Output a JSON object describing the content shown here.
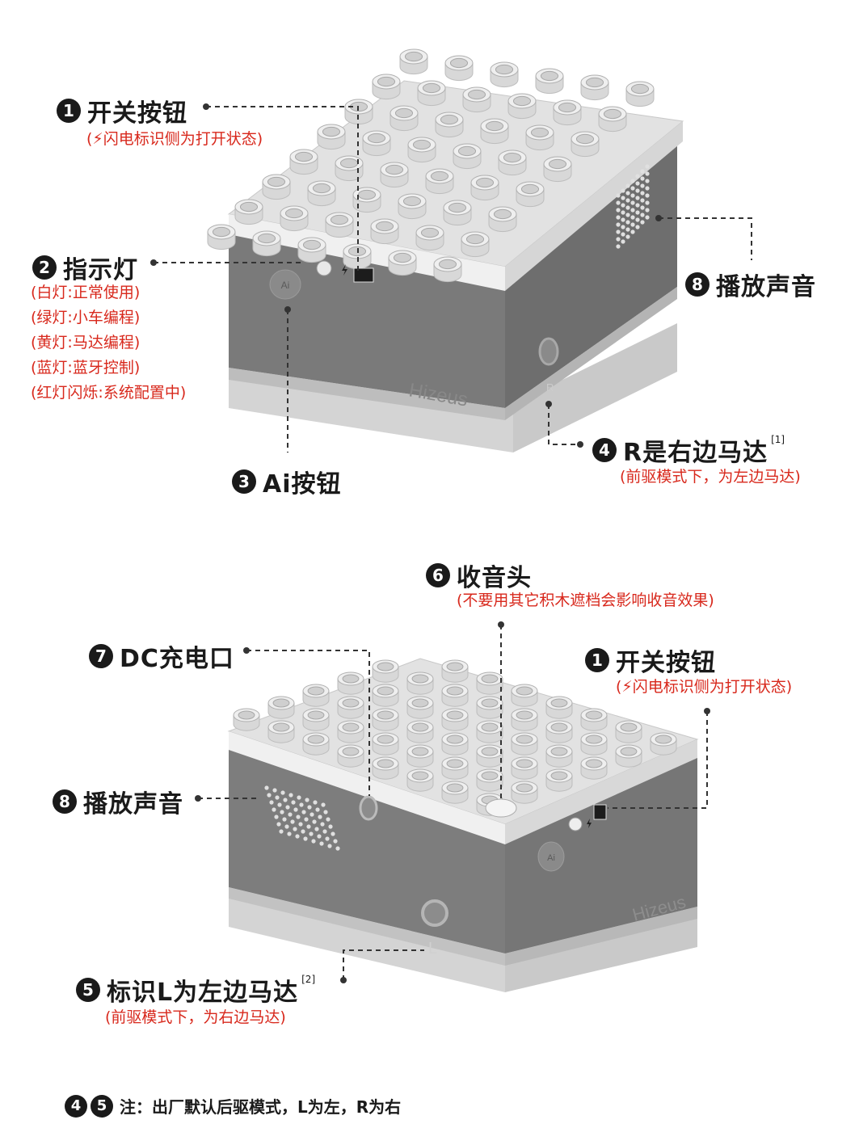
{
  "top": {
    "switch": {
      "num": "1",
      "title": "开关按钮",
      "sub_icon": "lightning-icon",
      "sub": "闪电标识侧为打开状态"
    },
    "indicator": {
      "num": "2",
      "title": "指示灯",
      "lines": [
        "(白灯:正常使用)",
        "(绿灯:小车编程)",
        "(黄灯:马达编程)",
        "(蓝灯:蓝牙控制)",
        "(红灯闪烁:系统配置中)"
      ]
    },
    "ai_button": {
      "num": "3",
      "title": "Ai按钮"
    },
    "right_motor": {
      "num": "4",
      "title": "R是右边马达",
      "ref": "[1]",
      "sub": "(前驱模式下，为左边马达)"
    },
    "speaker": {
      "num": "8",
      "title": "播放声音"
    },
    "brand": "Hizeus",
    "ai_logo": "Ai",
    "port_letter": "R"
  },
  "bottom": {
    "mic": {
      "num": "6",
      "title": "收音头",
      "sub": "(不要用其它积木遮档会影响收音效果)"
    },
    "dc": {
      "num": "7",
      "title": "DC充电口"
    },
    "switch": {
      "num": "1",
      "title": "开关按钮",
      "sub_icon": "lightning-icon",
      "sub": "闪电标识侧为打开状态"
    },
    "speaker": {
      "num": "8",
      "title": "播放声音"
    },
    "left_motor": {
      "num": "5",
      "title": "标识L为左边马达",
      "ref": "[2]",
      "sub": "(前驱模式下，为右边马达)"
    },
    "brand": "Hizeus",
    "ai_logo": "Ai",
    "port_letter": "L"
  },
  "note": {
    "nums": [
      "4",
      "5"
    ],
    "text": "注：出厂默认后驱模式，L为左，R为右"
  },
  "colors": {
    "accent_red": "#d8281c",
    "body_gray": "#7b7b7b",
    "top_light": "#e6e6e6"
  }
}
